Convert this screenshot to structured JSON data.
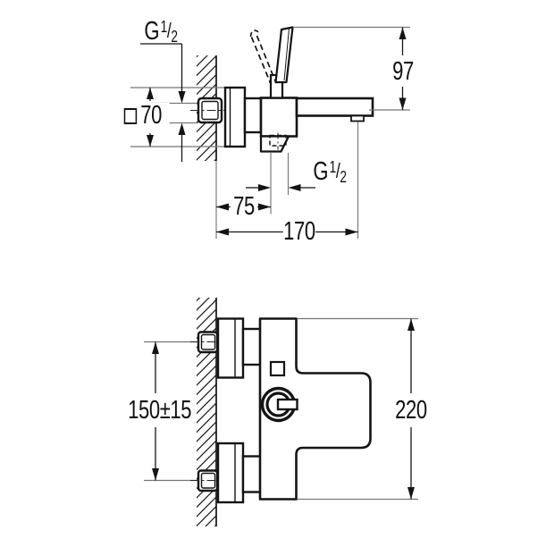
{
  "drawing_labels": {
    "side_view": {
      "wall_thread": {
        "prefix": "G",
        "numerator": "1",
        "denominator": "2"
      },
      "flange_size": "70",
      "height_to_spout": "97",
      "shower_outlet_thread": {
        "prefix": "G",
        "numerator": "1",
        "denominator": "2"
      },
      "wall_to_outlet": "75",
      "wall_to_spout_end": "170"
    },
    "plan_view": {
      "inlet_spacing": "150±15",
      "overall_width": "220"
    }
  },
  "colors": {
    "ink": "#141414",
    "extension_line": "#767676",
    "background": "#ffffff"
  }
}
